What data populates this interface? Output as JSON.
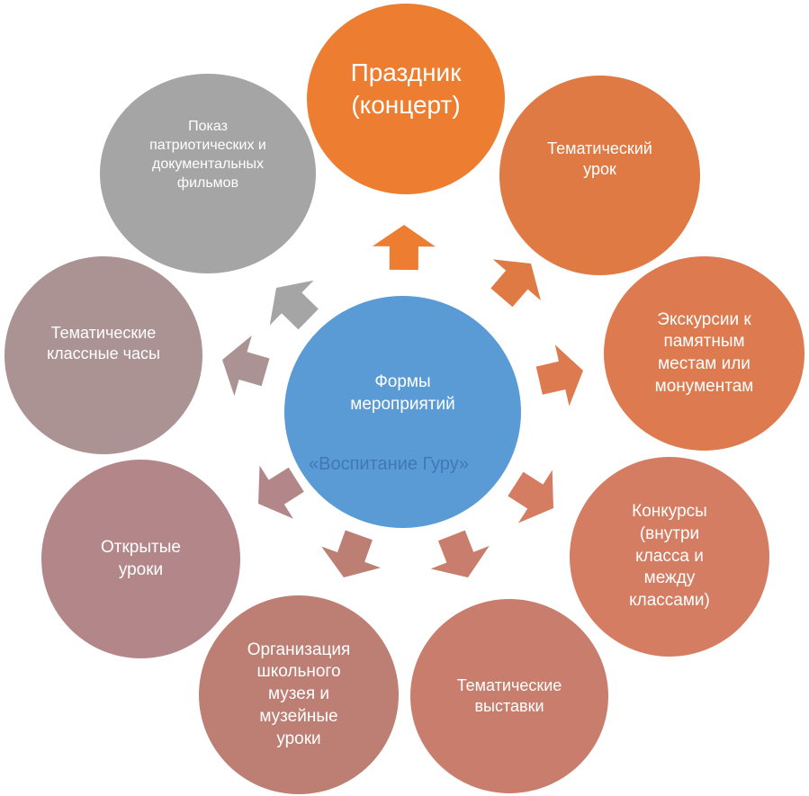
{
  "center": {
    "label": "Формы\nмероприятий",
    "watermark": "«Воспитание Гуру»",
    "color": "#5b9bd5"
  },
  "nodes": [
    {
      "id": "prazdnik",
      "label": "Праздник\n(концерт)",
      "color": "#ed7d31"
    },
    {
      "id": "tematicheskiy-urok",
      "label": "Тематический\nурок",
      "color": "#e07a44"
    },
    {
      "id": "ekskursii",
      "label": "Экскурсии к\nпамятным\nместам или\nмонументам",
      "color": "#dd7a50"
    },
    {
      "id": "konkursy",
      "label": "Конкурсы\n(внутри\nкласса и\nмежду\nклассами)",
      "color": "#d47d62"
    },
    {
      "id": "tematicheskie-vystavki",
      "label": "Тематические\nвыставки",
      "color": "#c97d6c"
    },
    {
      "id": "organizatsiya-muzeya",
      "label": "Организация\nшкольного\nмузея и\nмузейные\nуроки",
      "color": "#bd7e74"
    },
    {
      "id": "otkrytye-uroki",
      "label": "Открытые\nуроки",
      "color": "#b3878a"
    },
    {
      "id": "klassnye-chasy",
      "label": "Тематические\nклассные часы",
      "color": "#ab9293"
    },
    {
      "id": "pokaz-filmov",
      "label": "Показ\nпатриотических и\nдокументальных\nфильмов",
      "color": "#a5a5a5"
    }
  ]
}
